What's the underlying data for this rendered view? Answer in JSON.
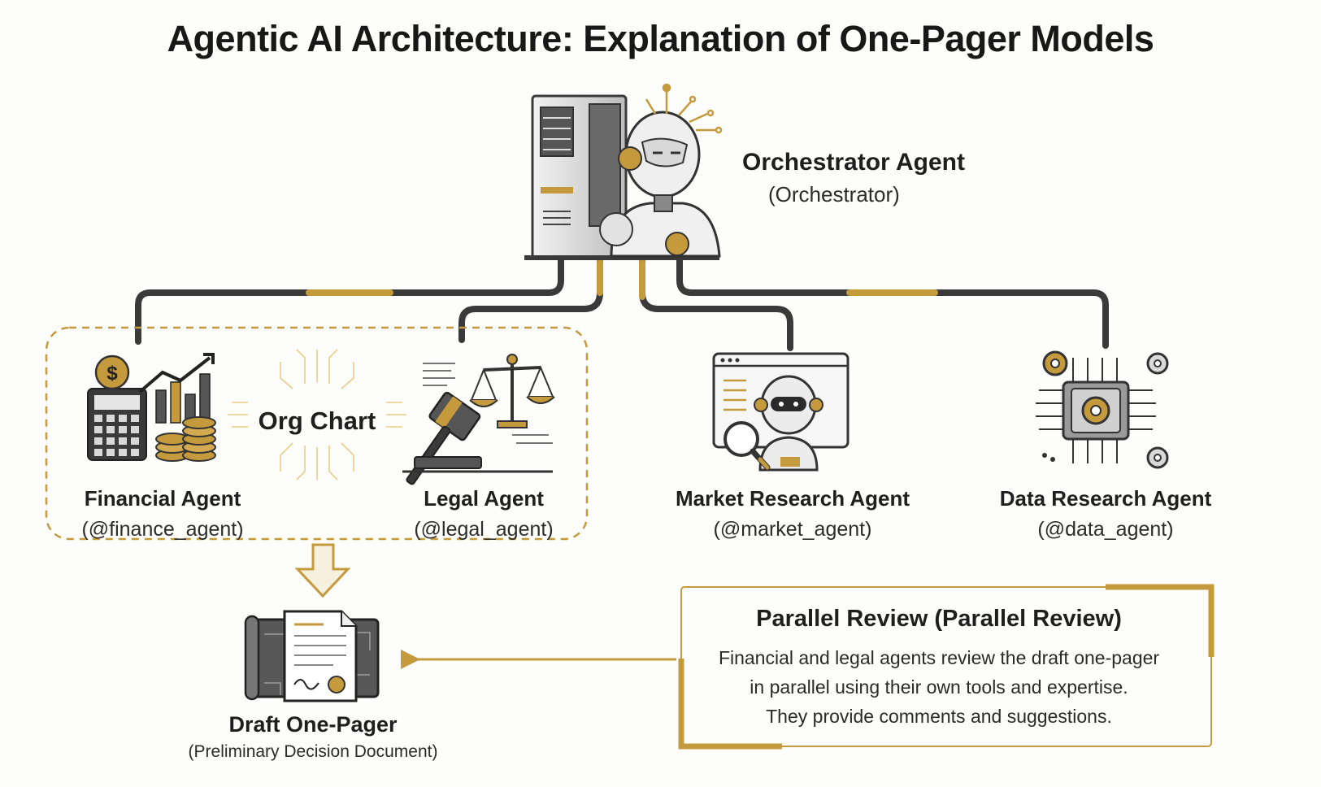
{
  "title": "Agentic AI Architecture: Explanation of One-Pager Models",
  "orchestrator": {
    "name": "Orchestrator Agent",
    "subtitle": "(Orchestrator)",
    "icon": "server-robot-icon"
  },
  "org_chart": {
    "label": "Org Chart",
    "icon": "circuit-burst-icon"
  },
  "agents": [
    {
      "name": "Financial Agent",
      "handle": "(@finance_agent)",
      "icon": "finance-calculator-coins-icon"
    },
    {
      "name": "Legal Agent",
      "handle": "(@legal_agent)",
      "icon": "scales-gavel-icon"
    },
    {
      "name": "Market Research Agent",
      "handle": "(@market_agent)",
      "icon": "robot-magnifier-icon"
    },
    {
      "name": "Data Research Agent",
      "handle": "(@data_agent)",
      "icon": "chip-gears-icon"
    }
  ],
  "draft": {
    "title": "Draft One-Pager",
    "subtitle": "(Preliminary Decision Document)",
    "icon": "document-blueprint-icon"
  },
  "review": {
    "title": "Parallel Review (Parallel Review)",
    "lines": [
      "Financial and legal agents review the draft one-pager",
      "in parallel using their own tools and expertise.",
      "They provide comments and suggestions."
    ]
  },
  "colors": {
    "gold": "#c49a3c",
    "dark_line": "#3a3a3a",
    "gold_light": "#e8c77a"
  }
}
